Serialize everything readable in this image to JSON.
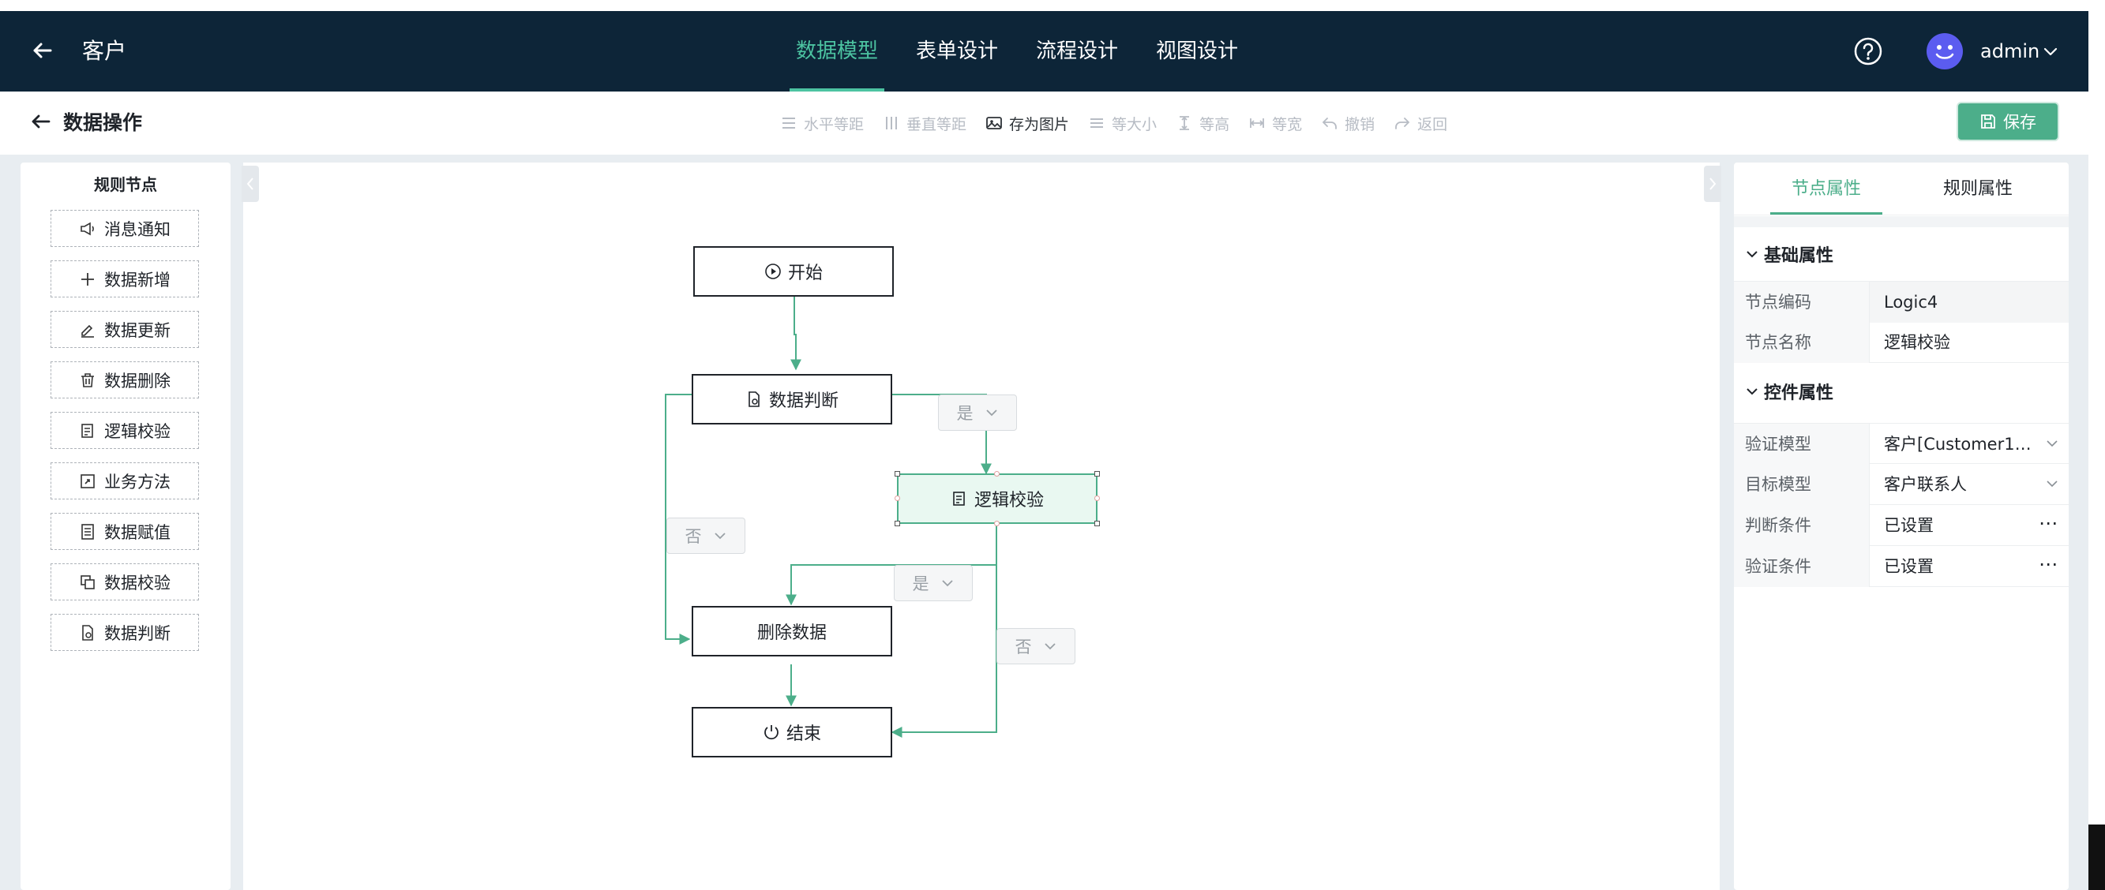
{
  "header": {
    "title": "客户",
    "nav": [
      {
        "label": "数据模型",
        "active": true
      },
      {
        "label": "表单设计",
        "active": false
      },
      {
        "label": "流程设计",
        "active": false
      },
      {
        "label": "视图设计",
        "active": false
      }
    ],
    "user": "admin"
  },
  "toolbar": {
    "title": "数据操作",
    "actions": [
      {
        "label": "水平等距",
        "icon": "horizontal-spacing-icon",
        "enabled": false
      },
      {
        "label": "垂直等距",
        "icon": "vertical-spacing-icon",
        "enabled": false
      },
      {
        "label": "存为图片",
        "icon": "image-icon",
        "enabled": true
      },
      {
        "label": "等大小",
        "icon": "same-size-icon",
        "enabled": false
      },
      {
        "label": "等高",
        "icon": "same-height-icon",
        "enabled": false
      },
      {
        "label": "等宽",
        "icon": "same-width-icon",
        "enabled": false
      },
      {
        "label": "撤销",
        "icon": "undo-icon",
        "enabled": false
      },
      {
        "label": "返回",
        "icon": "redo-icon",
        "enabled": false
      }
    ],
    "save_label": "保存"
  },
  "palette": {
    "title": "规则节点",
    "items": [
      {
        "label": "消息通知",
        "icon": "megaphone-icon"
      },
      {
        "label": "数据新增",
        "icon": "plus-icon"
      },
      {
        "label": "数据更新",
        "icon": "edit-icon"
      },
      {
        "label": "数据删除",
        "icon": "trash-icon"
      },
      {
        "label": "逻辑校验",
        "icon": "logic-check-icon"
      },
      {
        "label": "业务方法",
        "icon": "business-method-icon"
      },
      {
        "label": "数据赋值",
        "icon": "document-icon"
      },
      {
        "label": "数据校验",
        "icon": "copy-check-icon"
      },
      {
        "label": "数据判断",
        "icon": "file-judge-icon"
      }
    ]
  },
  "flow": {
    "nodes": {
      "start": "开始",
      "judge": "数据判断",
      "logic": "逻辑校验",
      "delete": "删除数据",
      "end": "结束"
    },
    "edges": {
      "judge_yes": "是",
      "judge_no": "否",
      "logic_yes": "是",
      "logic_no": "否"
    }
  },
  "properties": {
    "tabs": [
      {
        "label": "节点属性",
        "active": true
      },
      {
        "label": "规则属性",
        "active": false
      }
    ],
    "basic": {
      "title": "基础属性",
      "code_label": "节点编码",
      "code_value": "Logic4",
      "name_label": "节点名称",
      "name_value": "逻辑校验"
    },
    "control": {
      "title": "控件属性",
      "verify_model_label": "验证模型",
      "verify_model_value": "客户[Customer12...",
      "target_model_label": "目标模型",
      "target_model_value": "客户联系人",
      "judge_cond_label": "判断条件",
      "judge_cond_value": "已设置",
      "verify_cond_label": "验证条件",
      "verify_cond_value": "已设置"
    }
  },
  "colors": {
    "header_bg": "#0d2538",
    "accent": "#4cae8a",
    "nav_active": "#4cc3a1",
    "avatar": "#5b5cf0"
  }
}
